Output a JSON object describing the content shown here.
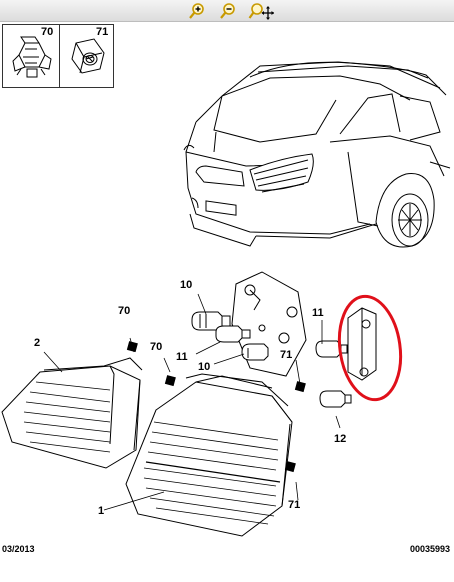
{
  "toolbar": {
    "icons": [
      "zoom-in-icon",
      "zoom-out-icon",
      "zoom-pan-icon"
    ]
  },
  "inset": {
    "refs": [
      "70",
      "71"
    ]
  },
  "callouts": {
    "c2": "2",
    "c1": "1",
    "c70a": "70",
    "c70b": "70",
    "c71a": "71",
    "c71b": "71",
    "c10a": "10",
    "c10b": "10",
    "c11a": "11",
    "c11b": "11",
    "c12": "12"
  },
  "footer": {
    "date": "03/2013",
    "code": "00035993"
  },
  "colors": {
    "highlight": "#e0101a",
    "toolbar_icon": "#d4a400"
  }
}
